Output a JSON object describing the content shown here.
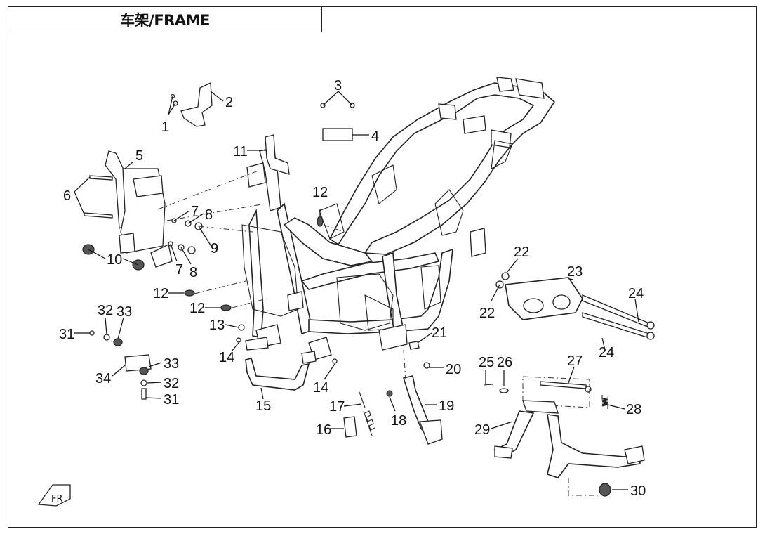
{
  "title": "车架/FRAME",
  "callouts": [
    {
      "id": "c1",
      "label": "1"
    },
    {
      "id": "c2",
      "label": "2"
    },
    {
      "id": "c3",
      "label": "3"
    },
    {
      "id": "c4",
      "label": "4"
    },
    {
      "id": "c5",
      "label": "5"
    },
    {
      "id": "c6",
      "label": "6"
    },
    {
      "id": "c7a",
      "label": "7"
    },
    {
      "id": "c7b",
      "label": "7"
    },
    {
      "id": "c8a",
      "label": "8"
    },
    {
      "id": "c8b",
      "label": "8"
    },
    {
      "id": "c9",
      "label": "9"
    },
    {
      "id": "c10",
      "label": "10"
    },
    {
      "id": "c11",
      "label": "11"
    },
    {
      "id": "c12a",
      "label": "12"
    },
    {
      "id": "c12b",
      "label": "12"
    },
    {
      "id": "c12c",
      "label": "12"
    },
    {
      "id": "c13",
      "label": "13"
    },
    {
      "id": "c14a",
      "label": "14"
    },
    {
      "id": "c14b",
      "label": "14"
    },
    {
      "id": "c15",
      "label": "15"
    },
    {
      "id": "c16",
      "label": "16"
    },
    {
      "id": "c17",
      "label": "17"
    },
    {
      "id": "c18",
      "label": "18"
    },
    {
      "id": "c19",
      "label": "19"
    },
    {
      "id": "c20",
      "label": "20"
    },
    {
      "id": "c21",
      "label": "21"
    },
    {
      "id": "c22a",
      "label": "22"
    },
    {
      "id": "c22b",
      "label": "22"
    },
    {
      "id": "c23",
      "label": "23"
    },
    {
      "id": "c24a",
      "label": "24"
    },
    {
      "id": "c24b",
      "label": "24"
    },
    {
      "id": "c25",
      "label": "25"
    },
    {
      "id": "c26",
      "label": "26"
    },
    {
      "id": "c27",
      "label": "27"
    },
    {
      "id": "c28",
      "label": "28"
    },
    {
      "id": "c29",
      "label": "29"
    },
    {
      "id": "c30",
      "label": "30"
    },
    {
      "id": "c31a",
      "label": "31"
    },
    {
      "id": "c31b",
      "label": "31"
    },
    {
      "id": "c32a",
      "label": "32"
    },
    {
      "id": "c32b",
      "label": "32"
    },
    {
      "id": "c33a",
      "label": "33"
    },
    {
      "id": "c33b",
      "label": "33"
    },
    {
      "id": "c34",
      "label": "34"
    }
  ],
  "front_arrow_label": "FR"
}
